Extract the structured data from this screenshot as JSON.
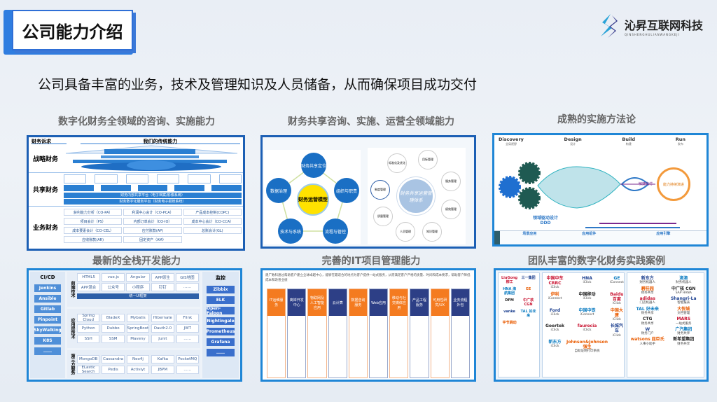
{
  "header": {
    "title": "公司能力介绍",
    "logo_text": "沁昇互联网科技",
    "logo_sub": "QINSHENGHULIANWANGKEJI"
  },
  "subtitle": "公司具备丰富的业务，技术及管理知识及人员储备，从而确保项目成功交付",
  "sections": {
    "s1": {
      "title": "数字化财务全领域的咨询、实施能力",
      "head_left": "财务诉求",
      "head_right": "我们的传统能力",
      "rows": [
        "战略财务",
        "共享财务",
        "业务财务"
      ],
      "items": [
        "财务内部共享平台（电子档案/影像系统）",
        "财务数字化服务平台（财务电子报账系统）",
        "获利能力分析（CO-PA）",
        "利润中心会计（CO-PCA）",
        "产品成本控制(COPC)",
        "项目会计（PS）",
        "内部订单会计（CO-IO）",
        "成本中心会计（CO-CCA）",
        "成本要素会计（CO-CEL）",
        "应付账款(AP)",
        "总账会计(GL)",
        "应收账款(AR)",
        "固定资产（AM）"
      ]
    },
    "s2": {
      "title": "财务共享咨询、实施、运营全领域能力",
      "center": "财务运营模型",
      "nodes": [
        "财务共享定位",
        "组织与职责",
        "流程与管控",
        "技术与系统",
        "数据治理"
      ],
      "wheel_center": "财务共享运营管理体系",
      "wheel": [
        "标准化及优化",
        "目标管理",
        "服务管理",
        "绩效管理",
        "知识管理",
        "人员管理",
        "质量管理",
        "制度管理"
      ]
    },
    "s3": {
      "title": "成熟的实施方法论",
      "phases": [
        {
          "en": "Discovery",
          "cn": "全局视野"
        },
        {
          "en": "Design",
          "cn": "设计"
        },
        {
          "en": "Build",
          "cn": "构建"
        },
        {
          "en": "Run",
          "cn": "发布"
        }
      ],
      "ddd": "领域驱动设计",
      "ddd_en": "DDD",
      "capability": "能力持续演进",
      "agile": "敏捷交付",
      "bottom": [
        "场景应用",
        "应用组件",
        "应用引擎"
      ]
    },
    "s4": {
      "title": "最新的全栈开发能力",
      "cicd_title": "CI/CD",
      "cicd": [
        "Jenkins",
        "Ansible",
        "Gitlab",
        "Pinpoint",
        "SkyWalking",
        "K8S",
        "……"
      ],
      "groups": [
        {
          "label": "前端技术",
          "items": [
            "HTML5",
            "vue.js",
            "Angular",
            "APP原生",
            "GIS地图",
            "APP混合",
            "公众号",
            "小程序",
            "钉钉",
            "……"
          ],
          "bar": "统一UI框架"
        },
        {
          "label": "应用层技术",
          "items": [
            "Spring Cloud",
            "BladeX",
            "Mybatis",
            "Hibernate",
            "Flink",
            "Python",
            "Dubbo",
            "SpringBoot",
            "Oauth2.0",
            "JWT",
            "SSH",
            "SSM",
            "Maveny",
            "Junit",
            "……"
          ]
        },
        {
          "label": "第三方服务",
          "items": [
            "MongoDB",
            "Cassandra",
            "Neo4j",
            "Kafka",
            "PocketMQ",
            "ELastic Search",
            "Pedis",
            "Activiyt",
            "JBPM",
            "……"
          ]
        }
      ],
      "monitor_title": "监控",
      "monitor": [
        "Zibbix",
        "ELK",
        "Open-Faloon",
        "Nightingale",
        "Prometheus",
        "Grafana",
        "……"
      ]
    },
    "s5": {
      "title": "完善的IT项目管理能力",
      "intro": "建广数科通过帮助客户建立全球卓越中心，能够在最适合的地点为客户提供一站式服务，从而满足客户严格的质量、时间和成本要求，帮助客户降低成本和改善业绩",
      "columns": [
        "IT运维服务",
        "离岸开发中心",
        "物联网及人工智能应用",
        "云计算",
        "数据咨询服务",
        "Web应用",
        "移动与社交媒体应用",
        "产品工程服务",
        "可用性研究/UX",
        "业务流程外包"
      ]
    },
    "s6": {
      "title": "团队丰富的数字化财务实践案例",
      "col1": [
        "LiuGong 柳工",
        "三一集团",
        "HNA 海航集团",
        "GE",
        "DFM",
        "中广核 CGN",
        "vanke",
        "TAL 好未来",
        "宇节跳动"
      ],
      "col2": [
        {
          "name": "中国中车 CRRC",
          "tag": "iClick"
        },
        {
          "name": "HNA",
          "tag": "iClick"
        },
        {
          "name": "GE",
          "tag": "iConnect"
        },
        {
          "name": "伊利",
          "tag": "iConnect"
        },
        {
          "name": "中国移动",
          "tag": "iClick"
        },
        {
          "name": "Baidu 百度",
          "tag": "iClick"
        },
        {
          "name": "Ford",
          "tag": "iClick"
        },
        {
          "name": "中国中铁",
          "tag": "iConnect"
        },
        {
          "name": "中国大唐",
          "tag": "iClick"
        },
        {
          "name": "Goertek",
          "tag": "iClick"
        },
        {
          "name": "faurecia",
          "tag": "iClick"
        },
        {
          "name": "长城汽车",
          "tag": "iClick"
        },
        {
          "name": "新东方",
          "tag": "iClick"
        },
        {
          "name": "Johnson&Johnson 强生",
          "tag": "自助证明打印系统"
        }
      ],
      "col3": [
        {
          "name": "新东方",
          "tag": "财务机器人"
        },
        {
          "name": "滴滴",
          "tag": "财务机器人"
        },
        {
          "name": "碧桂园",
          "tag": "财务共享"
        },
        {
          "name": "中广核 CGN",
          "tag": "SAP HANA"
        },
        {
          "name": "adidas",
          "tag": "门店机器人"
        },
        {
          "name": "Shangri-La",
          "tag": "智能报表"
        },
        {
          "name": "TAL 好未来",
          "tag": "财务共享"
        },
        {
          "name": "大悦城",
          "tag": "文档管理"
        },
        {
          "name": "CTG",
          "tag": "财务共享"
        },
        {
          "name": "MARS",
          "tag": "一站式服务"
        },
        {
          "name": "W",
          "tag": "财务门户"
        },
        {
          "name": "广汽集团",
          "tag": "财务共享"
        },
        {
          "name": "watsons 屈臣氏",
          "tag": "人事小助手"
        },
        {
          "name": "新希望集团",
          "tag": "财务共享"
        }
      ]
    }
  }
}
